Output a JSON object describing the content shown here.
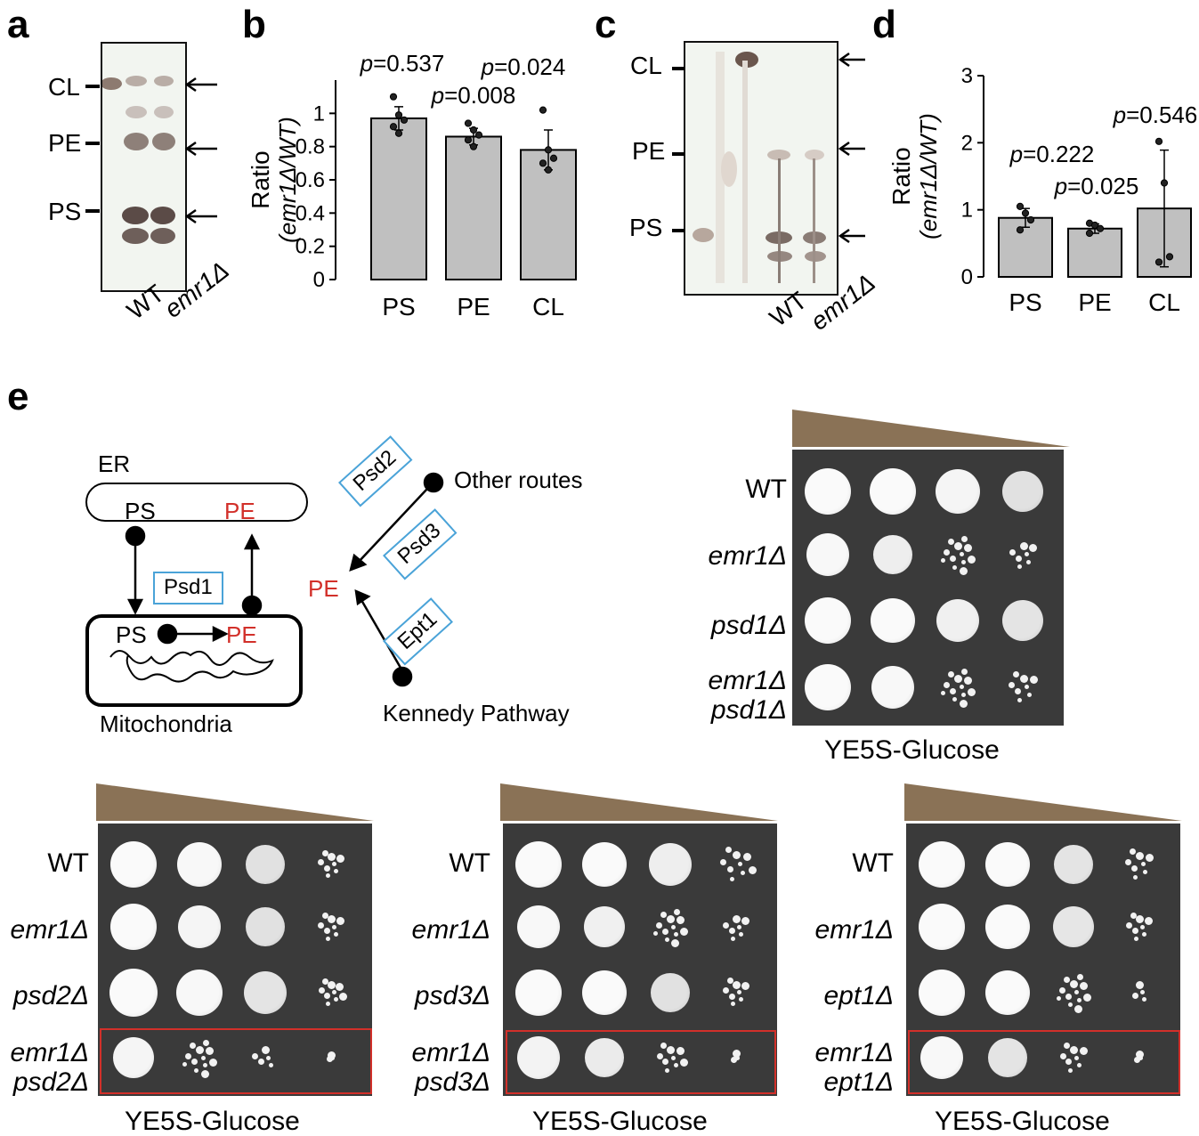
{
  "panels": {
    "a": "a",
    "b": "b",
    "c": "c",
    "d": "d",
    "e": "e"
  },
  "gel_a": {
    "lipids": [
      "CL",
      "PE",
      "PS"
    ],
    "lanes": [
      "WT",
      "emr1Δ"
    ]
  },
  "gel_c": {
    "lipids": [
      "CL",
      "PE",
      "PS"
    ],
    "lanes": [
      "WT",
      "emr1Δ"
    ]
  },
  "chart_data": [
    {
      "type": "bar",
      "panel": "b",
      "categories": [
        "PS",
        "PE",
        "CL"
      ],
      "values": [
        0.97,
        0.86,
        0.78
      ],
      "errors": [
        0.07,
        0.05,
        0.12
      ],
      "points": [
        [
          1.1,
          0.99,
          0.96,
          0.92,
          0.88
        ],
        [
          0.94,
          0.9,
          0.87,
          0.84,
          0.8
        ],
        [
          1.02,
          0.78,
          0.73,
          0.7,
          0.66
        ]
      ],
      "pvalues": [
        "p=0.537",
        "p=0.008",
        "p=0.024"
      ],
      "ylabel": "Ratio (emr1Δ/WT)",
      "ylim": [
        0,
        1.2
      ],
      "yticks": [
        "0",
        "0.2",
        "0.4",
        "0.6",
        "0.8",
        "1"
      ],
      "bar_color": "#c0c0c0"
    },
    {
      "type": "bar",
      "panel": "d",
      "categories": [
        "PS",
        "PE",
        "CL"
      ],
      "values": [
        0.88,
        0.72,
        1.02
      ],
      "errors": [
        0.14,
        0.07,
        0.87
      ],
      "points": [
        [
          1.05,
          0.95,
          0.85,
          0.7
        ],
        [
          0.8,
          0.77,
          0.72,
          0.65
        ],
        [
          2.02,
          1.4,
          0.3,
          0.22
        ]
      ],
      "pvalues": [
        "p=0.222",
        "p=0.025",
        "p=0.546"
      ],
      "ylabel": "Ratio (emr1Δ/WT)",
      "ylim": [
        0,
        3
      ],
      "yticks": [
        "0",
        "1",
        "2",
        "3"
      ],
      "bar_color": "#c0c0c0"
    }
  ],
  "pathway": {
    "er": "ER",
    "ps": "PS",
    "pe": "PE",
    "psd1": "Psd1",
    "psd2": "Psd2",
    "psd3": "Psd3",
    "ept1": "Ept1",
    "mito": "Mitochondria",
    "other": "Other routes",
    "kennedy": "Kennedy Pathway",
    "pe_center": "PE"
  },
  "plates": {
    "p1": {
      "rows": [
        "WT",
        "emr1Δ",
        "psd1Δ",
        "emr1Δ psd1Δ"
      ],
      "medium": "YE5S-Glucose"
    },
    "p2": {
      "rows": [
        "WT",
        "emr1Δ",
        "psd2Δ",
        "emr1Δ psd2Δ"
      ],
      "medium": "YE5S-Glucose"
    },
    "p3": {
      "rows": [
        "WT",
        "emr1Δ",
        "psd3Δ",
        "emr1Δ psd3Δ"
      ],
      "medium": "YE5S-Glucose"
    },
    "p4": {
      "rows": [
        "WT",
        "emr1Δ",
        "ept1Δ",
        "emr1Δ ept1Δ"
      ],
      "medium": "YE5S-Glucose"
    }
  },
  "colors": {
    "wedge": "#8a7256",
    "highlight": "#d2302a",
    "enzyme_box": "#4aa3d8"
  }
}
